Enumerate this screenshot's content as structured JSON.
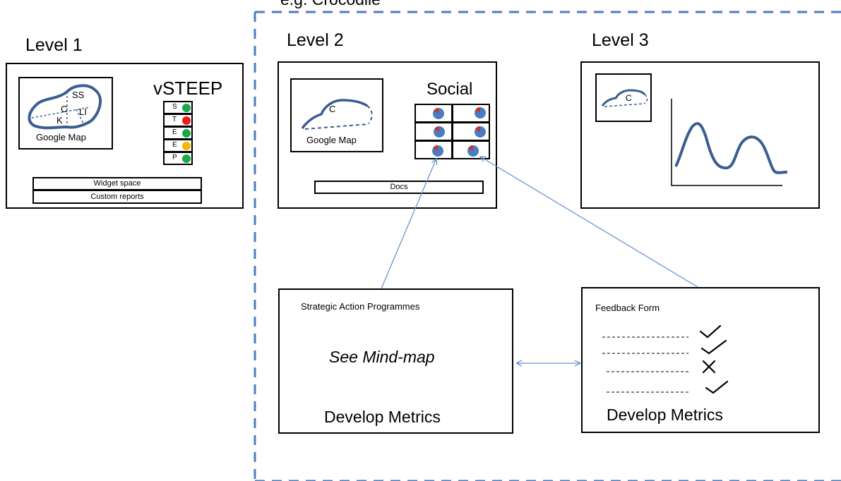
{
  "region_title": "e.g. Crocodile",
  "level1": {
    "title": "Level 1",
    "map_label": "Google Map",
    "map_regions": [
      "SS",
      "C",
      "K",
      "LI"
    ],
    "panel_title": "vSTEEP",
    "steep_rows": [
      {
        "letter": "S",
        "status": "#19a84a"
      },
      {
        "letter": "T",
        "status": "#e81b1b"
      },
      {
        "letter": "E",
        "status": "#19a84a"
      },
      {
        "letter": "E",
        "status": "#f5b800"
      },
      {
        "letter": "P",
        "status": "#19a84a"
      }
    ],
    "bar1": "Widget space",
    "bar2": "Custom reports"
  },
  "level2": {
    "title": "Level 2",
    "map_label": "Google Map",
    "map_region": "C",
    "panel_title": "Social",
    "bar": "Docs"
  },
  "level3": {
    "title": "Level 3",
    "map_region": "C"
  },
  "sap": {
    "title": "Strategic Action Programmes",
    "middle": "See Mind-map",
    "bottom": "Develop Metrics"
  },
  "feedback": {
    "title": "Feedback Form",
    "marks": [
      "check",
      "check",
      "cross",
      "check"
    ],
    "bottom": "Develop Metrics"
  },
  "colors": {
    "dashed_border": "#4a7ebb",
    "map_stroke": "#3a5d92",
    "arrow": "#6a95cf",
    "pie_blue": "#4a7cc4",
    "pie_red": "#c0392b"
  }
}
